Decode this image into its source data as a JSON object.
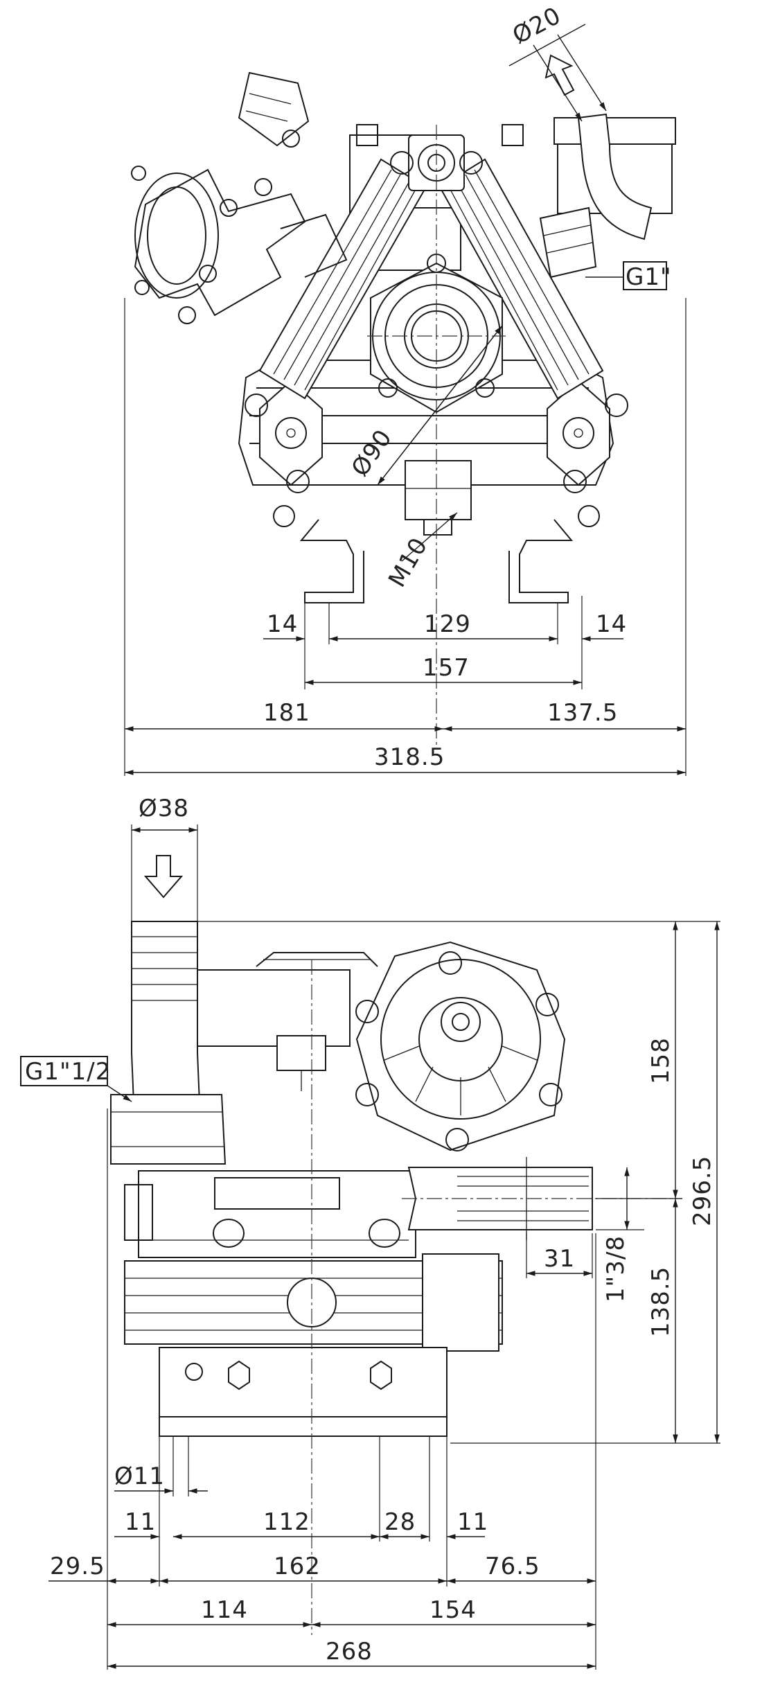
{
  "top_view": {
    "outlet_diameter": "Ø20",
    "outlet_thread": "G1\"",
    "bore_diameter": "Ø90",
    "bolt_thread": "M10",
    "dims": {
      "foot_left": "14",
      "foot_spacing": "129",
      "foot_right": "14",
      "foot_overall": "157",
      "left_to_center": "181",
      "right_of_center": "137.5",
      "overall_width": "318.5"
    }
  },
  "side_view": {
    "inlet_diameter": "Ø38",
    "inlet_thread": "G1\"1/2",
    "hole_diameter": "Ø11",
    "shaft_size": "1\"3/8",
    "dims": {
      "height_upper": "158",
      "height_overall": "296.5",
      "height_lower": "138.5",
      "shaft_length": "31",
      "hole_left": "11",
      "hole_spacing": "112",
      "hole_offset": "28",
      "hole_right": "11",
      "left_overhang": "29.5",
      "base_width": "162",
      "right_overhang": "76.5",
      "left_to_center": "114",
      "right_of_center": "154",
      "overall_width": "268"
    }
  }
}
